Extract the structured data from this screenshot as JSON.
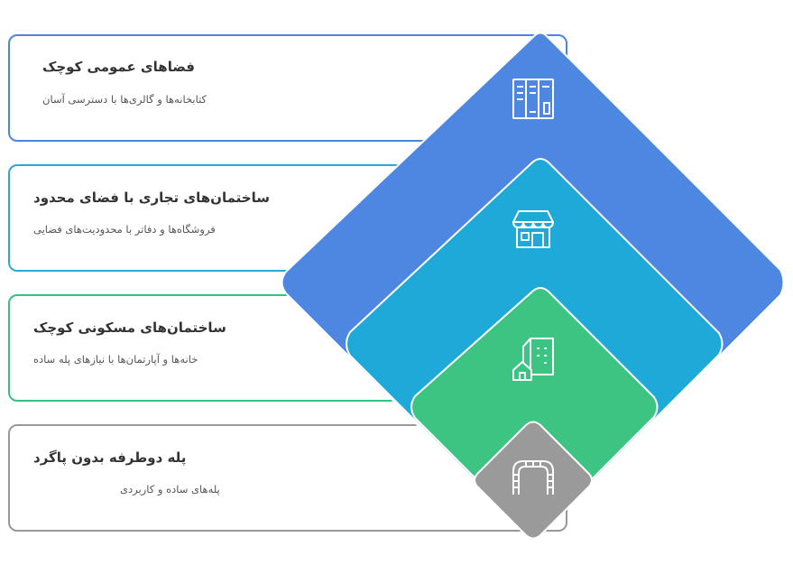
{
  "colors": {
    "level1": "#4e87e1",
    "level2": "#1fa9d9",
    "level3": "#3dc482",
    "level4": "#9a9a9a",
    "border1": "#4a86e0",
    "border2": "#2aaad3",
    "border3": "#38c07e",
    "border4": "#999999"
  },
  "items": [
    {
      "title": "فضاهای عمومی کوچک",
      "description": "کتابخانه‌ها و گالری‌ها با دسترسی آسان",
      "icon": "library-shelves-icon"
    },
    {
      "title": "ساختمان‌های تجاری با فضای محدود",
      "description": "فروشگاه‌ها و دفاتر با محدودیت‌های فضایی",
      "icon": "storefront-icon"
    },
    {
      "title": "ساختمان‌های مسکونی کوچک",
      "description": "خانه‌ها و آپارتمان‌ها با نیازهای پله ساده",
      "icon": "residential-buildings-icon"
    },
    {
      "title": "پله دوطرفه بدون پاگرد",
      "description": "پله‌های ساده و کاربردی",
      "icon": "double-staircase-icon"
    }
  ]
}
